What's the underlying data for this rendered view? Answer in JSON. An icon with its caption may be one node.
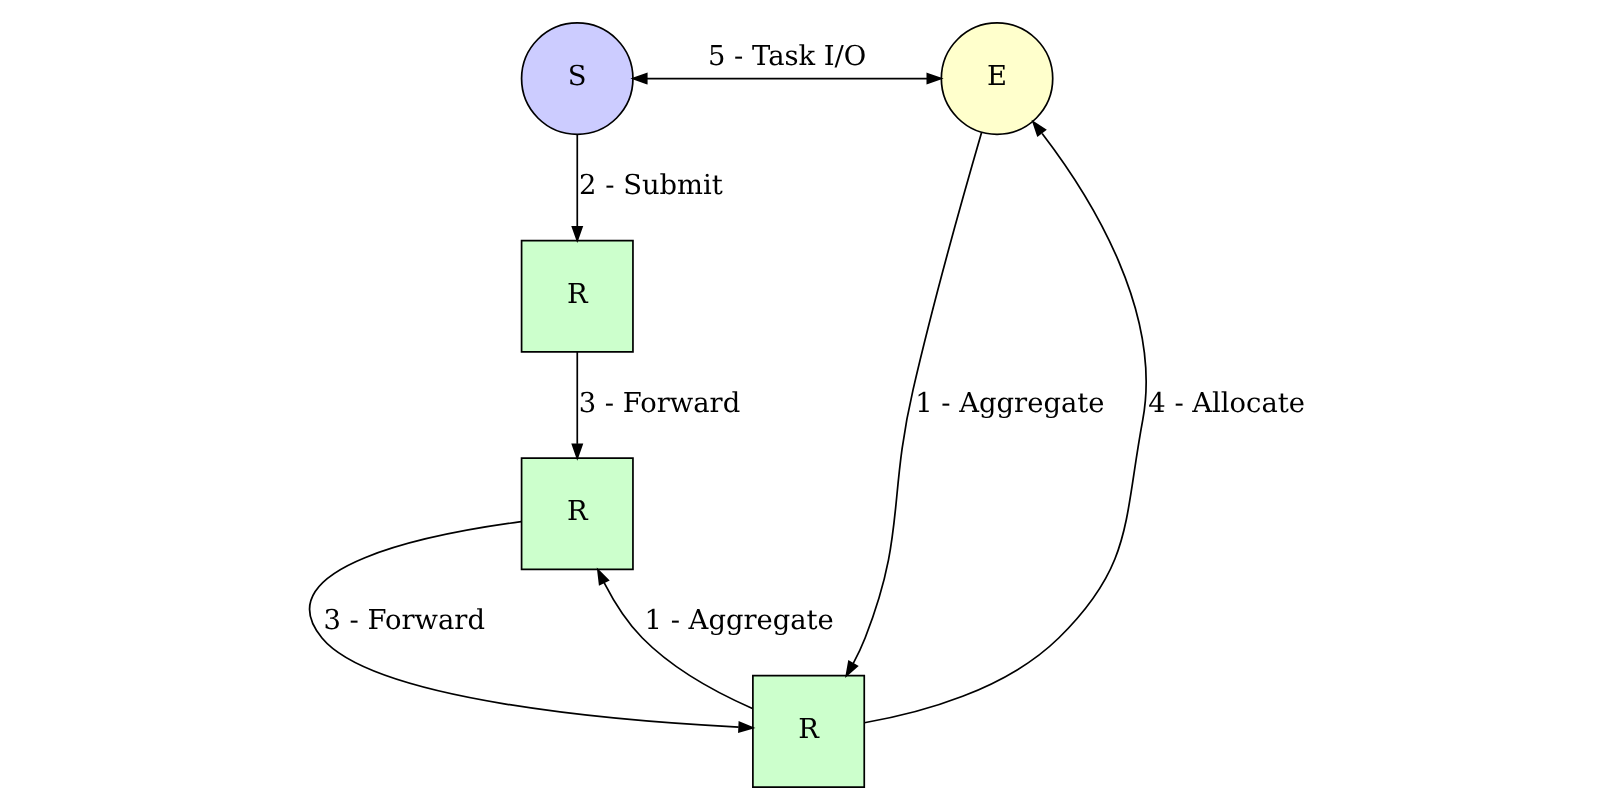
{
  "diagram": {
    "nodes": [
      {
        "text": [
          "S"
        ]
      },
      {
        "text": [
          "R"
        ]
      },
      {
        "text": [
          "R"
        ]
      },
      {
        "text": [
          "R"
        ]
      },
      {
        "text": [
          "E"
        ]
      }
    ],
    "edges": [
      {
        "from": 0,
        "to": 1,
        "arrow": "to",
        "label": "2 - Submit"
      },
      {
        "from": 1,
        "to": 2,
        "arrow": "to",
        "label": "3 - Forward"
      },
      {
        "from": 2,
        "to": 3,
        "arrow": "to",
        "label": "3 - Forward"
      },
      {
        "from": 3,
        "to": 2,
        "arrow": "to",
        "label": "1 - Aggregate"
      },
      {
        "from": 3,
        "to": 4,
        "arrow": "to",
        "label": "4 - Allocate"
      },
      {
        "from": 4,
        "to": 3,
        "arrow": "to",
        "label": "1 - Aggregate"
      },
      {
        "from": 0,
        "to": 4,
        "arrow": "both",
        "label": "5 - Task I/O"
      }
    ]
  }
}
